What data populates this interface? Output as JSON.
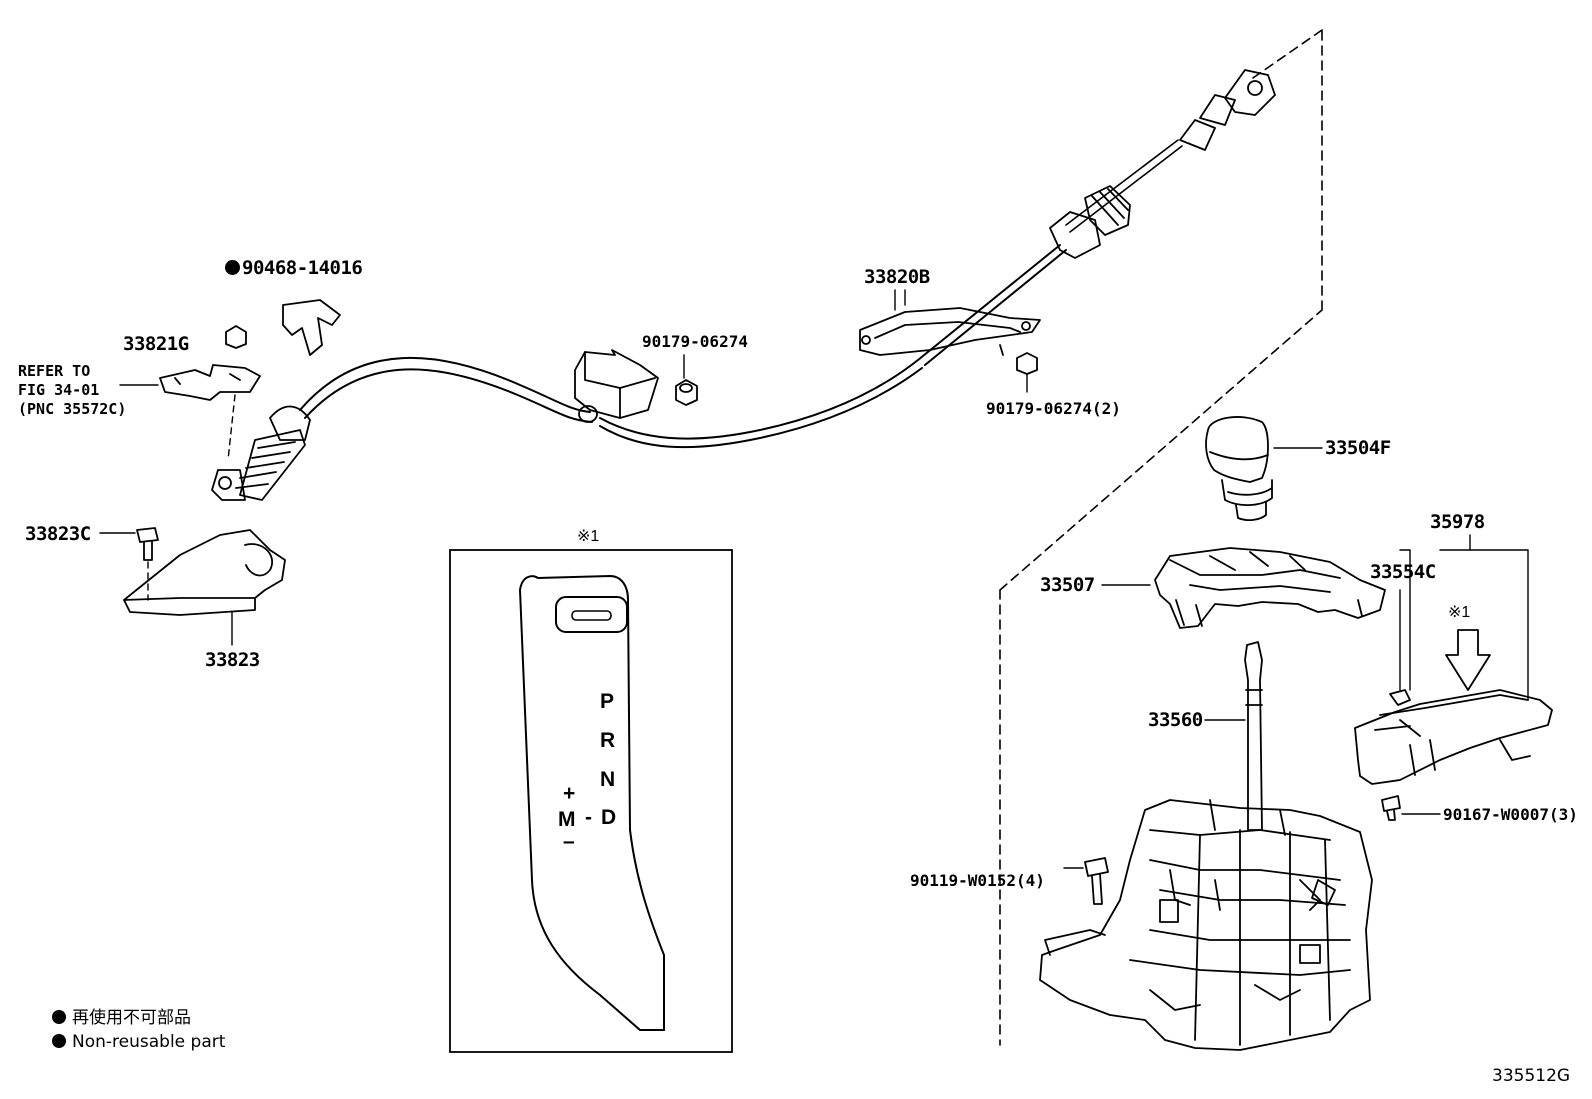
{
  "parts": {
    "p90468": "90468-14016",
    "p33821g": "33821G",
    "p33820b": "33820B",
    "p90179a": "90179-06274",
    "p90179b": "90179-06274(2)",
    "p33823c": "33823C",
    "p33823": "33823",
    "p33504f": "33504F",
    "p35978": "35978",
    "p33507": "33507",
    "p33554c": "33554C",
    "p33560": "33560",
    "p90167": "90167-W0007(3)",
    "p90119": "90119-W0152(4)"
  },
  "refer_note": {
    "line1": "REFER TO",
    "line2": "FIG 34-01",
    "line3": "(PNC 35572C)"
  },
  "detail": {
    "marker_top": "※1",
    "marker_arrow": "※1",
    "gate_p": "P",
    "gate_r": "R",
    "gate_n": "N",
    "gate_d": "D",
    "gate_dash": "-",
    "gate_m": "M",
    "gate_plus": "+",
    "gate_minus": "–"
  },
  "legend": {
    "line1": "再使用不可部品",
    "line2": "Non-reusable part"
  },
  "figure_number": "335512G"
}
